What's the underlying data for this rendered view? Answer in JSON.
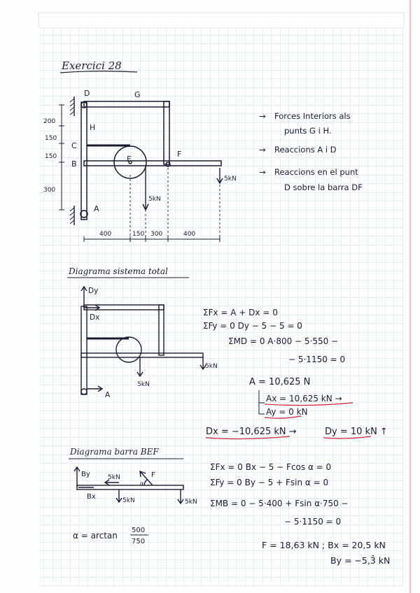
{
  "sheet": {
    "paper_color": "#fefefe",
    "grid_color": "#b9d4e6",
    "ink_color": "#1c1c30",
    "margin_color": "#f2a9b3",
    "underline_color": "#c8283a"
  },
  "title": "Exercici 28",
  "fig1": {
    "labels": {
      "D": "D",
      "G": "G",
      "H": "H",
      "C": "C",
      "B": "B",
      "E": "E",
      "F": "F",
      "A": "A",
      "load_F": "5kN",
      "load_E": "5kN"
    },
    "dims_v": [
      "200",
      "150",
      "150",
      "300"
    ],
    "dims_h": [
      "400",
      "150",
      "300",
      "400"
    ]
  },
  "tasks": [
    "Forces Interiors als",
    "punts G i H.",
    "Reaccions A i D",
    "Reaccions en el punt",
    "D sobre la barra DF"
  ],
  "total": {
    "heading": "Diagrama sistema total",
    "labels": {
      "Dy": "Dy",
      "Dx": "Dx",
      "A": "A",
      "load_F": "5kN",
      "load_E": "5kN"
    },
    "equations": [
      "ΣFx = A + Dx = 0",
      "ΣFy = 0   Dy − 5 − 5 = 0",
      "ΣMD = 0      A·800 − 5·550 −",
      "− 5·1150 = 0"
    ],
    "result_A": "A = 10,625 N",
    "result_Ax": "Ax = 10,625 kN →",
    "result_Ay": "Ay = 0 kN",
    "result_Dx": "Dx = −10,625 kN →",
    "result_Dy": "Dy = 10 kN ↑"
  },
  "bar": {
    "heading": "Diagrama barra BEF",
    "labels": {
      "By": "By",
      "Bx": "Bx",
      "F": "F",
      "load_top": "5kN",
      "load_E": "5kN",
      "load_F": "5kN",
      "alpha": "α"
    },
    "alpha_formula": "α = arctan",
    "alpha_num": "500",
    "alpha_den": "750",
    "equations": [
      "ΣFx = 0      Bx − 5 − Fcos α = 0",
      "ΣFy = 0      By − 5 + Fsin α = 0",
      "ΣMB = 0     − 5·400 + Fsin α·750 −",
      "− 5·1150 = 0"
    ],
    "result_line1": "F = 18,63 kN ;  Bx = 20,5 kN",
    "result_line2": "By = −5,3̂ kN"
  }
}
